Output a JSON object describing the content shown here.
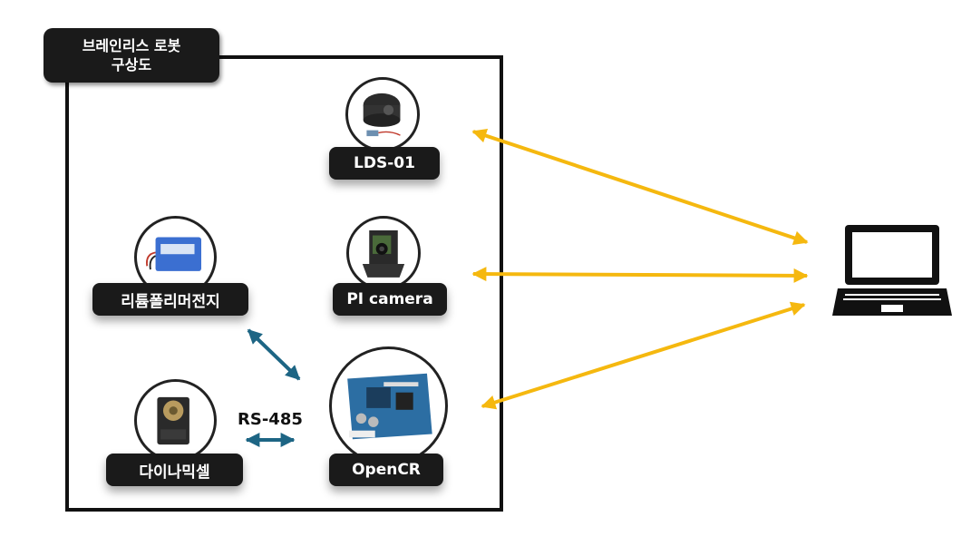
{
  "title": {
    "line1": "브레인리스 로봇",
    "line2": "구상도"
  },
  "components": {
    "lidar": {
      "label": "LDS-01"
    },
    "camera": {
      "label": "PI camera"
    },
    "battery": {
      "label": "리튬폴리머전지"
    },
    "controller": {
      "label": "OpenCR"
    },
    "servo": {
      "label": "다이나믹셀"
    }
  },
  "connection": {
    "label": "RS-485"
  },
  "colors": {
    "wireless_arrow": "#f5b80f",
    "wired_arrow": "#1d6584",
    "box_border": "#111111",
    "label_bg": "#1a1a1a"
  },
  "icons": [
    "lidar-image",
    "camera-image",
    "battery-image",
    "opencr-image",
    "dynamixel-image",
    "laptop-icon"
  ]
}
